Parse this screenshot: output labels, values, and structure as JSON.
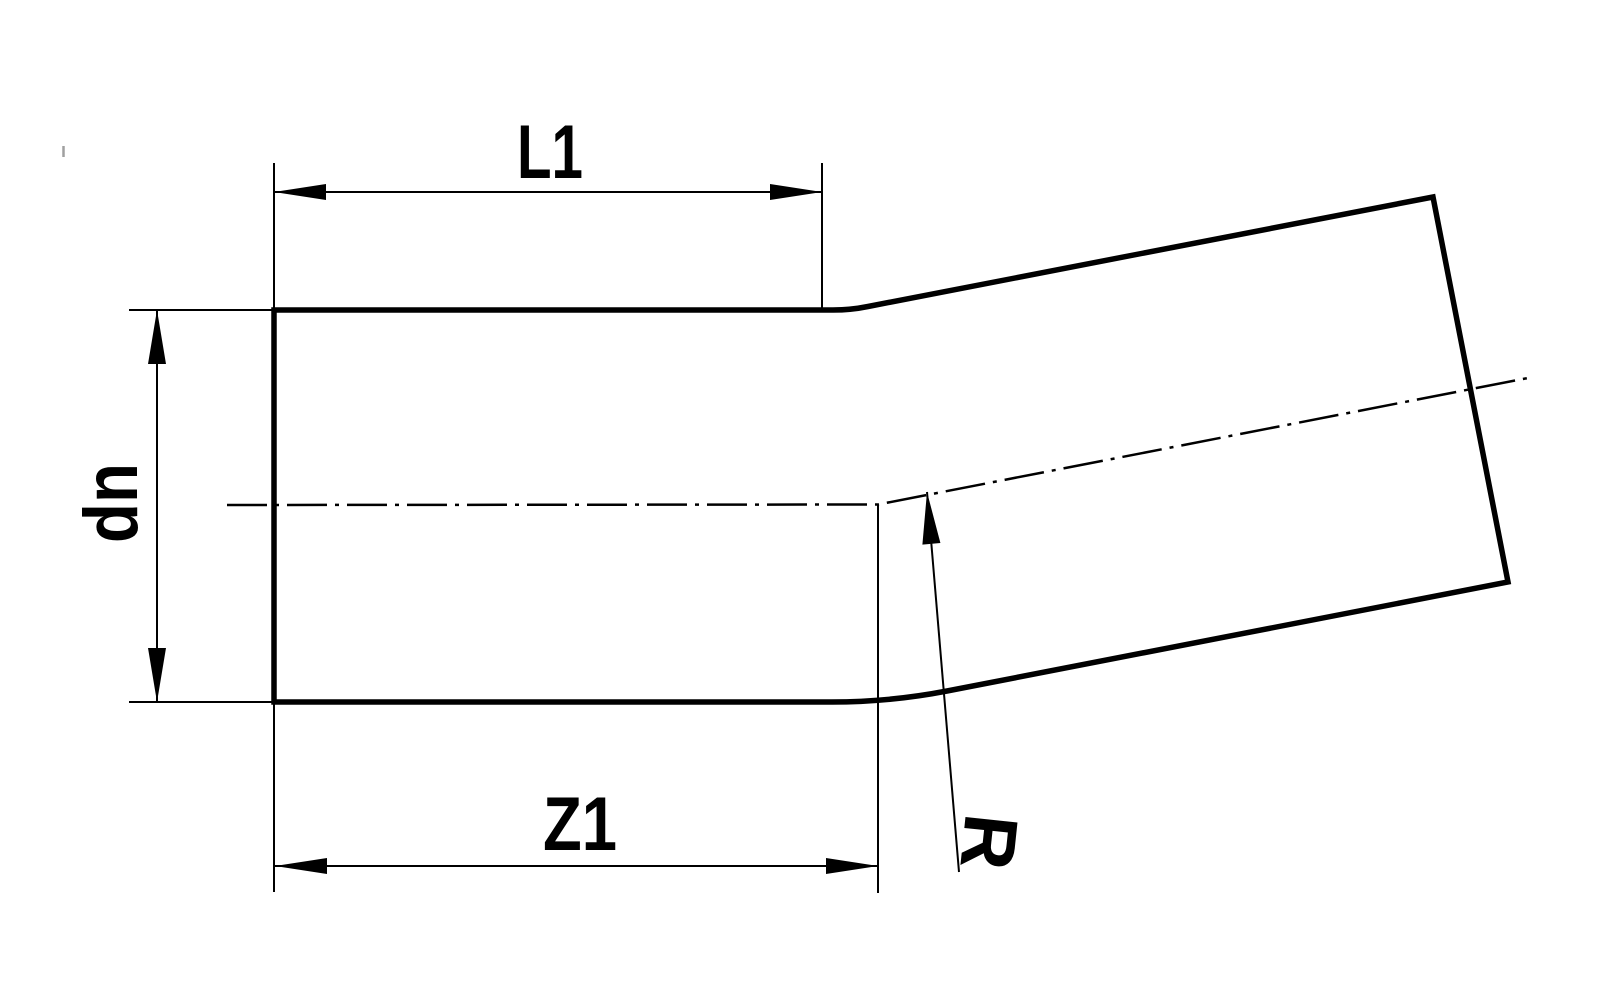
{
  "page": {
    "background": "#ffffff"
  },
  "drawing": {
    "line_color": "#000000",
    "artifact_color": "#a0a0a0",
    "labels": {
      "l1": "L1",
      "dn": "dn",
      "z1": "Z1",
      "r": "R"
    }
  }
}
